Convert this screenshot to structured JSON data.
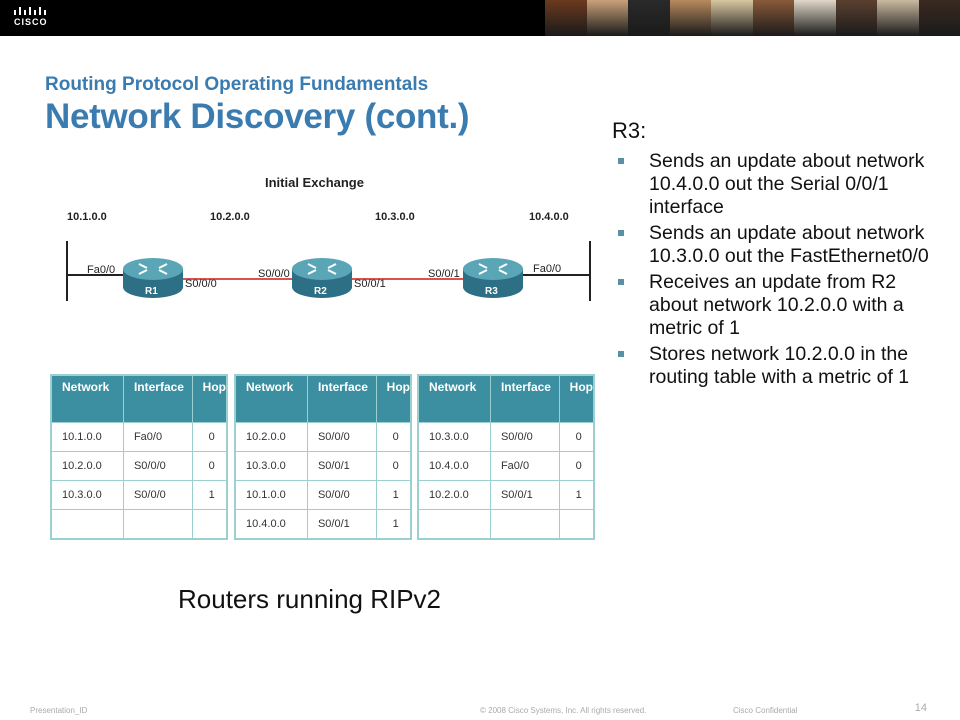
{
  "header": {
    "logo_text": "CISCO",
    "photo_colors": [
      "#6b3a1e",
      "#c9a27a",
      "#2a2a2a",
      "#b88a5e",
      "#d8c7a0",
      "#8a5a3a",
      "#e0d8c8",
      "#5b4030",
      "#c9b9a0",
      "#3a2a20"
    ]
  },
  "slide": {
    "subtitle": "Routing Protocol Operating Fundamentals",
    "title": "Network Discovery (cont.)",
    "caption": "Routers running RIPv2"
  },
  "diagram": {
    "heading": "Initial Exchange",
    "networks": [
      "10.1.0.0",
      "10.2.0.0",
      "10.3.0.0",
      "10.4.0.0"
    ],
    "routers": [
      "R1",
      "R2",
      "R3"
    ],
    "interfaces": {
      "r1_left": "Fa0/0",
      "r1_right": "S0/0/0",
      "r2_left": "S0/0/0",
      "r2_right": "S0/0/1",
      "r3_left": "S0/0/1",
      "r3_right": "Fa0/0"
    },
    "colors": {
      "router": "#2d6f84",
      "router_top": "#5aa6b6",
      "link": "#d9534f",
      "line": "#222222"
    }
  },
  "tables": [
    {
      "headers": [
        "Network",
        "Interface",
        "Hop"
      ],
      "rows": [
        [
          "10.1.0.0",
          "Fa0/0",
          "0"
        ],
        [
          "10.2.0.0",
          "S0/0/0",
          "0"
        ],
        [
          "10.3.0.0",
          "S0/0/0",
          "1"
        ],
        [
          "",
          "",
          ""
        ]
      ]
    },
    {
      "headers": [
        "Network",
        "Interface",
        "Hop"
      ],
      "rows": [
        [
          "10.2.0.0",
          "S0/0/0",
          "0"
        ],
        [
          "10.3.0.0",
          "S0/0/1",
          "0"
        ],
        [
          "10.1.0.0",
          "S0/0/0",
          "1"
        ],
        [
          "10.4.0.0",
          "S0/0/1",
          "1"
        ]
      ]
    },
    {
      "headers": [
        "Network",
        "Interface",
        "Hop"
      ],
      "rows": [
        [
          "10.3.0.0",
          "S0/0/0",
          "0"
        ],
        [
          "10.4.0.0",
          "Fa0/0",
          "0"
        ],
        [
          "10.2.0.0",
          "S0/0/1",
          "1"
        ],
        [
          "",
          "",
          ""
        ]
      ]
    }
  ],
  "panel": {
    "heading": "R3:",
    "bullets": [
      "Sends an update about network 10.4.0.0 out the Serial 0/0/1 interface",
      "Sends an update about network 10.3.0.0 out the FastEthernet0/0",
      "Receives an update from R2 about network 10.2.0.0 with a metric of 1",
      "Stores network 10.2.0.0 in the routing table with a metric of 1"
    ]
  },
  "footer": {
    "left": "Presentation_ID",
    "center": "© 2008 Cisco Systems, Inc. All rights reserved.",
    "right": "Cisco Confidential",
    "page": "14"
  }
}
